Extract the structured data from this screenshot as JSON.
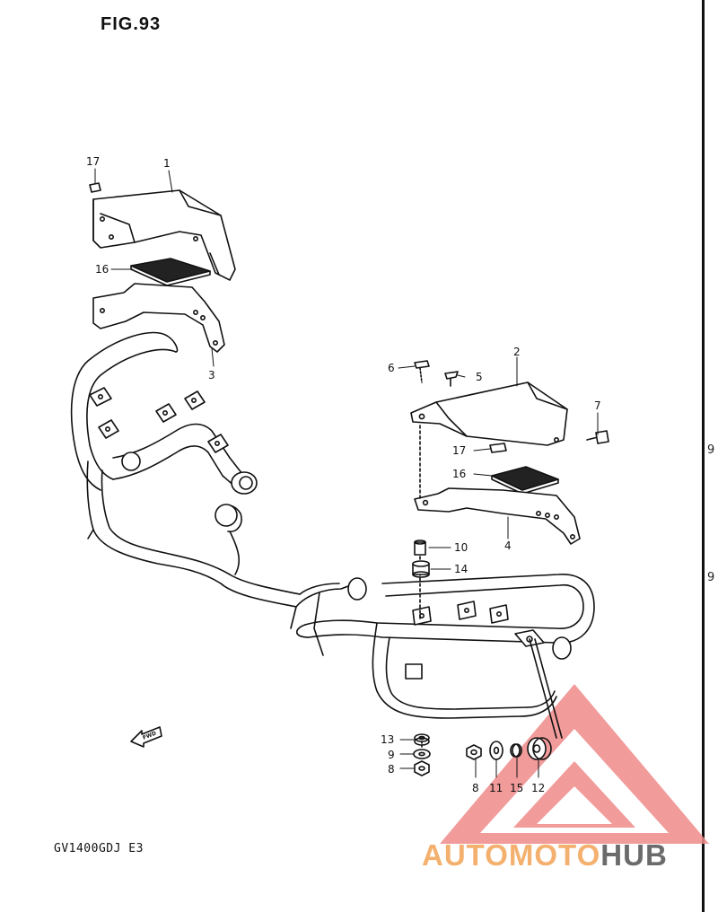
{
  "figure": {
    "title": "FIG.93",
    "model_code": "GV1400GDJ E3"
  },
  "callouts": {
    "c1": "1",
    "c2": "2",
    "c3": "3",
    "c4": "4",
    "c5": "5",
    "c6": "6",
    "c7": "7",
    "c8a": "8",
    "c8b": "8",
    "c9": "9",
    "c10": "10",
    "c11": "11",
    "c12": "12",
    "c13": "13",
    "c14": "14",
    "c15": "15",
    "c16a": "16",
    "c16b": "16",
    "c17a": "17",
    "c17b": "17"
  },
  "fwd_arrow": {
    "label": "FWD"
  },
  "watermark": {
    "part1": "AUTOMOTO",
    "part2": "HUB",
    "color_accent": "#f4b06e",
    "color_triangle": "#f08a8a",
    "color_dark": "#6b6b6b"
  },
  "edge_marks": {
    "e1": "9",
    "e2": "9"
  }
}
